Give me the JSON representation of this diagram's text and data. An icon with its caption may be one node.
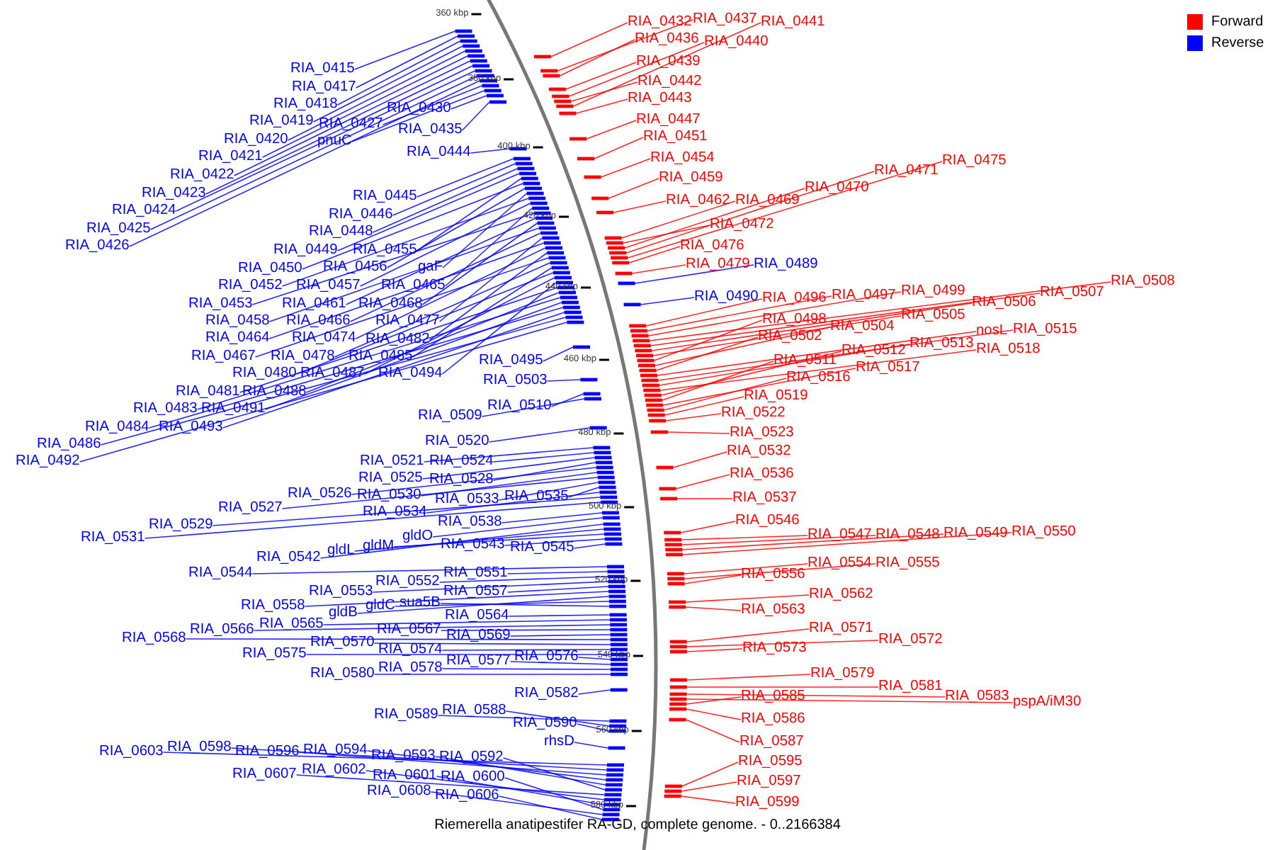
{
  "diagram": {
    "caption": "Riemerella anatipestifer RA-GD, complete genome. - 0..2166384",
    "nodes": [
      {
        "text": [
          "RIA_0415"
        ]
      },
      {
        "text": [
          "RIA_0417"
        ]
      },
      {
        "text": [
          "RIA_0418"
        ]
      },
      {
        "text": [
          "RIA_0419"
        ]
      },
      {
        "text": [
          "RIA_0420"
        ]
      },
      {
        "text": [
          "RIA_0421"
        ]
      },
      {
        "text": [
          "RIA_0422"
        ]
      },
      {
        "text": [
          "RIA_0423"
        ]
      },
      {
        "text": [
          "RIA_0424"
        ]
      },
      {
        "text": [
          "RIA_0425"
        ]
      },
      {
        "text": [
          "RIA_0426"
        ]
      },
      {
        "text": [
          "RIA_0427"
        ]
      },
      {
        "text": [
          "pnuC"
        ]
      },
      {
        "text": [
          "RIA_0430"
        ]
      },
      {
        "text": [
          "RIA_0435"
        ]
      },
      {
        "text": [
          "RIA_0444"
        ]
      },
      {
        "text": [
          "RIA_0445"
        ]
      },
      {
        "text": [
          "RIA_0446"
        ]
      },
      {
        "text": [
          "RIA_0448"
        ]
      },
      {
        "text": [
          "RIA_0449"
        ]
      },
      {
        "text": [
          "RIA_0455"
        ]
      },
      {
        "text": [
          "RIA_0450"
        ]
      },
      {
        "text": [
          "RIA_0456"
        ]
      },
      {
        "text": [
          "gaF"
        ]
      },
      {
        "text": [
          "RIA_0452"
        ]
      },
      {
        "text": [
          "RIA_0457"
        ]
      },
      {
        "text": [
          "RIA_0465"
        ]
      },
      {
        "text": [
          "RIA_0453"
        ]
      },
      {
        "text": [
          "RIA_0461"
        ]
      },
      {
        "text": [
          "RIA_0468"
        ]
      },
      {
        "text": [
          "RIA_0458"
        ]
      },
      {
        "text": [
          "RIA_0466"
        ]
      },
      {
        "text": [
          "RIA_0477"
        ]
      },
      {
        "text": [
          "RIA_0464"
        ]
      },
      {
        "text": [
          "RIA_0474"
        ]
      },
      {
        "text": [
          "RIA_0482"
        ]
      },
      {
        "text": [
          "RIA_0467"
        ]
      },
      {
        "text": [
          "RIA_0478"
        ]
      },
      {
        "text": [
          "RIA_0485"
        ]
      },
      {
        "text": [
          "RIA_0480"
        ]
      },
      {
        "text": [
          "RIA_0487"
        ]
      },
      {
        "text": [
          "RIA_0494"
        ]
      },
      {
        "text": [
          "RIA_0495"
        ]
      },
      {
        "text": [
          "RIA_0481"
        ]
      },
      {
        "text": [
          "RIA_0488"
        ]
      },
      {
        "text": [
          "RIA_0483"
        ]
      },
      {
        "text": [
          "RIA_0491"
        ]
      },
      {
        "text": [
          "RIA_0484"
        ]
      },
      {
        "text": [
          "RIA_0493"
        ]
      },
      {
        "text": [
          "RIA_0486"
        ]
      },
      {
        "text": [
          "RIA_0492"
        ]
      },
      {
        "text": [
          "RIA_0503"
        ]
      },
      {
        "text": [
          "RIA_0509"
        ]
      },
      {
        "text": [
          "RIA_0510"
        ]
      },
      {
        "text": [
          "RIA_0520"
        ]
      },
      {
        "text": [
          "RIA_0521"
        ]
      },
      {
        "text": [
          "RIA_0524"
        ]
      },
      {
        "text": [
          "RIA_0525"
        ]
      },
      {
        "text": [
          "RIA_0528"
        ]
      },
      {
        "text": [
          "RIA_0526"
        ]
      },
      {
        "text": [
          "RIA_0530"
        ]
      },
      {
        "text": [
          "RIA_0533"
        ]
      },
      {
        "text": [
          "RIA_0535"
        ]
      },
      {
        "text": [
          "RIA_0527"
        ]
      },
      {
        "text": [
          "RIA_0534"
        ]
      },
      {
        "text": [
          "RIA_0529"
        ]
      },
      {
        "text": [
          "RIA_0538"
        ]
      },
      {
        "text": [
          "RIA_0531"
        ]
      },
      {
        "text": [
          "RIA_0542"
        ]
      },
      {
        "text": [
          "gldL"
        ]
      },
      {
        "text": [
          "gldM"
        ]
      },
      {
        "text": [
          "gldO"
        ]
      },
      {
        "text": [
          "RIA_0543"
        ]
      },
      {
        "text": [
          "RIA_0545"
        ]
      },
      {
        "text": [
          "RIA_0544"
        ]
      },
      {
        "text": [
          "RIA_0551"
        ]
      },
      {
        "text": [
          "RIA_0552"
        ]
      },
      {
        "text": [
          "RIA_0553"
        ]
      },
      {
        "text": [
          "RIA_0557"
        ]
      },
      {
        "text": [
          "RIA_0558"
        ]
      },
      {
        "text": [
          "gldB"
        ]
      },
      {
        "text": [
          "gldC"
        ]
      },
      {
        "text": [
          "sua5B"
        ]
      },
      {
        "text": [
          "RIA_0564"
        ]
      },
      {
        "text": [
          "RIA_0565"
        ]
      },
      {
        "text": [
          "RIA_0566"
        ]
      },
      {
        "text": [
          "RIA_0567"
        ]
      },
      {
        "text": [
          "RIA_0569"
        ]
      },
      {
        "text": [
          "RIA_0568"
        ]
      },
      {
        "text": [
          "RIA_0570"
        ]
      },
      {
        "text": [
          "RIA_0574"
        ]
      },
      {
        "text": [
          "RIA_0575"
        ]
      },
      {
        "text": [
          "RIA_0576"
        ]
      },
      {
        "text": [
          "RIA_0577"
        ]
      },
      {
        "text": [
          "RIA_0578"
        ]
      },
      {
        "text": [
          "RIA_0580"
        ]
      },
      {
        "text": [
          "RIA_0582"
        ]
      },
      {
        "text": [
          "RIA_0588"
        ]
      },
      {
        "text": [
          "RIA_0589"
        ]
      },
      {
        "text": [
          "RIA_0590"
        ]
      },
      {
        "text": [
          "rhsD"
        ]
      },
      {
        "text": [
          "RIA_0603"
        ]
      },
      {
        "text": [
          "RIA_0598"
        ]
      },
      {
        "text": [
          "RIA_0596"
        ]
      },
      {
        "text": [
          "RIA_0594"
        ]
      },
      {
        "text": [
          "RIA_0593"
        ]
      },
      {
        "text": [
          "RIA_0592"
        ]
      },
      {
        "text": [
          "RIA_0607"
        ]
      },
      {
        "text": [
          "RIA_0602"
        ]
      },
      {
        "text": [
          "RIA_0601"
        ]
      },
      {
        "text": [
          "RIA_0600"
        ]
      },
      {
        "text": [
          "RIA_0608"
        ]
      },
      {
        "text": [
          "RIA_0606"
        ]
      },
      {
        "text": [
          "RIA_0432"
        ]
      },
      {
        "text": [
          "RIA_0437"
        ]
      },
      {
        "text": [
          "RIA_0441"
        ]
      },
      {
        "text": [
          "RIA_0436"
        ]
      },
      {
        "text": [
          "RIA_0440"
        ]
      },
      {
        "text": [
          "RIA_0439"
        ]
      },
      {
        "text": [
          "RIA_0442"
        ]
      },
      {
        "text": [
          "RIA_0443"
        ]
      },
      {
        "text": [
          "RIA_0447"
        ]
      },
      {
        "text": [
          "RIA_0451"
        ]
      },
      {
        "text": [
          "RIA_0454"
        ]
      },
      {
        "text": [
          "RIA_0459"
        ]
      },
      {
        "text": [
          "RIA_0462"
        ]
      },
      {
        "text": [
          "RIA_0469"
        ]
      },
      {
        "text": [
          "RIA_0470"
        ]
      },
      {
        "text": [
          "RIA_0471"
        ]
      },
      {
        "text": [
          "RIA_0475"
        ]
      },
      {
        "text": [
          "RIA_0472"
        ]
      },
      {
        "text": [
          "RIA_0476"
        ]
      },
      {
        "text": [
          "RIA_0479"
        ]
      },
      {
        "text": [
          "RIA_0489"
        ]
      },
      {
        "text": [
          "RIA_0490"
        ]
      },
      {
        "text": [
          "RIA_0496"
        ]
      },
      {
        "text": [
          "RIA_0497"
        ]
      },
      {
        "text": [
          "RIA_0499"
        ]
      },
      {
        "text": [
          "RIA_0508"
        ]
      },
      {
        "text": [
          "RIA_0507"
        ]
      },
      {
        "text": [
          "RIA_0506"
        ]
      },
      {
        "text": [
          "RIA_0505"
        ]
      },
      {
        "text": [
          "RIA_0498"
        ]
      },
      {
        "text": [
          "RIA_0504"
        ]
      },
      {
        "text": [
          "RIA_0502"
        ]
      },
      {
        "text": [
          "nosL"
        ]
      },
      {
        "text": [
          "RIA_0515"
        ]
      },
      {
        "text": [
          "RIA_0513"
        ]
      },
      {
        "text": [
          "RIA_0518"
        ]
      },
      {
        "text": [
          "RIA_0512"
        ]
      },
      {
        "text": [
          "RIA_0511"
        ]
      },
      {
        "text": [
          "RIA_0517"
        ]
      },
      {
        "text": [
          "RIA_0516"
        ]
      },
      {
        "text": [
          "RIA_0519"
        ]
      },
      {
        "text": [
          "RIA_0522"
        ]
      },
      {
        "text": [
          "RIA_0523"
        ]
      },
      {
        "text": [
          "RIA_0532"
        ]
      },
      {
        "text": [
          "RIA_0536"
        ]
      },
      {
        "text": [
          "RIA_0537"
        ]
      },
      {
        "text": [
          "RIA_0546"
        ]
      },
      {
        "text": [
          "RIA_0547"
        ]
      },
      {
        "text": [
          "RIA_0548"
        ]
      },
      {
        "text": [
          "RIA_0549"
        ]
      },
      {
        "text": [
          "RIA_0550"
        ]
      },
      {
        "text": [
          "RIA_0554"
        ]
      },
      {
        "text": [
          "RIA_0555"
        ]
      },
      {
        "text": [
          "RIA_0556"
        ]
      },
      {
        "text": [
          "RIA_0562"
        ]
      },
      {
        "text": [
          "RIA_0563"
        ]
      },
      {
        "text": [
          "RIA_0571"
        ]
      },
      {
        "text": [
          "RIA_0572"
        ]
      },
      {
        "text": [
          "RIA_0573"
        ]
      },
      {
        "text": [
          "RIA_0579"
        ]
      },
      {
        "text": [
          "RIA_0581"
        ]
      },
      {
        "text": [
          "RIA_0583"
        ]
      },
      {
        "text": [
          "pspA/iM30"
        ]
      },
      {
        "text": [
          "RIA_0585"
        ]
      },
      {
        "text": [
          "RIA_0586"
        ]
      },
      {
        "text": [
          "RIA_0587"
        ]
      },
      {
        "text": [
          "RIA_0595"
        ]
      },
      {
        "text": [
          "RIA_0597"
        ]
      },
      {
        "text": [
          "RIA_0599"
        ]
      },
      {
        "text": [],
        "shape": "bar"
      },
      {
        "text": [],
        "shape": "bar"
      },
      {
        "text": [],
        "shape": "bar"
      },
      {
        "text": [],
        "shape": "bar"
      },
      {
        "text": [],
        "shape": "bar"
      },
      {
        "text": [],
        "shape": "bar"
      },
      {
        "text": [],
        "shape": "bar"
      },
      {
        "text": [],
        "shape": "bar"
      },
      {
        "text": [],
        "shape": "bar"
      },
      {
        "text": [],
        "shape": "bar"
      },
      {
        "text": [],
        "shape": "bar"
      },
      {
        "text": [],
        "shape": "bar"
      },
      {
        "text": [],
        "shape": "bar"
      },
      {
        "text": [],
        "shape": "bar"
      },
      {
        "text": [],
        "shape": "bar"
      },
      {
        "text": [],
        "shape": "bar"
      },
      {
        "text": [],
        "shape": "bar"
      },
      {
        "text": [],
        "shape": "bar"
      },
      {
        "text": [],
        "shape": "bar"
      },
      {
        "text": [],
        "shape": "bar"
      },
      {
        "text": [],
        "shape": "bar"
      },
      {
        "text": [],
        "shape": "bar"
      },
      {
        "text": [],
        "shape": "bar"
      },
      {
        "text": [],
        "shape": "bar"
      },
      {
        "text": [],
        "shape": "bar"
      },
      {
        "text": [],
        "shape": "bar"
      },
      {
        "text": [],
        "shape": "bar"
      },
      {
        "text": [],
        "shape": "bar"
      },
      {
        "text": [],
        "shape": "bar"
      },
      {
        "text": [],
        "shape": "bar"
      },
      {
        "text": [],
        "shape": "bar"
      },
      {
        "text": [],
        "shape": "bar"
      },
      {
        "text": [],
        "shape": "bar"
      },
      {
        "text": [],
        "shape": "bar"
      },
      {
        "text": [],
        "shape": "bar"
      },
      {
        "text": [],
        "shape": "bar"
      },
      {
        "text": [],
        "shape": "bar"
      },
      {
        "text": [],
        "shape": "bar"
      },
      {
        "text": [],
        "shape": "bar"
      },
      {
        "text": [],
        "shape": "bar"
      },
      {
        "text": [],
        "shape": "bar"
      },
      {
        "text": [],
        "shape": "bar"
      },
      {
        "text": [],
        "shape": "bar"
      },
      {
        "text": [],
        "shape": "bar"
      },
      {
        "text": [],
        "shape": "bar"
      },
      {
        "text": [],
        "shape": "bar"
      },
      {
        "text": [],
        "shape": "bar"
      },
      {
        "text": [],
        "shape": "bar"
      },
      {
        "text": [],
        "shape": "bar"
      },
      {
        "text": [],
        "shape": "bar"
      },
      {
        "text": [],
        "shape": "bar"
      },
      {
        "text": [],
        "shape": "bar"
      },
      {
        "text": [],
        "shape": "bar"
      },
      {
        "text": [],
        "shape": "bar"
      },
      {
        "text": [],
        "shape": "bar"
      },
      {
        "text": [],
        "shape": "bar"
      },
      {
        "text": [],
        "shape": "bar"
      },
      {
        "text": [],
        "shape": "bar"
      },
      {
        "text": [],
        "shape": "bar"
      },
      {
        "text": [],
        "shape": "bar"
      },
      {
        "text": [],
        "shape": "bar"
      },
      {
        "text": [],
        "shape": "bar"
      },
      {
        "text": [],
        "shape": "bar"
      },
      {
        "text": [],
        "shape": "bar"
      },
      {
        "text": [],
        "shape": "bar"
      },
      {
        "text": [],
        "shape": "bar"
      },
      {
        "text": [],
        "shape": "bar"
      },
      {
        "text": [],
        "shape": "bar"
      },
      {
        "text": [],
        "shape": "bar"
      },
      {
        "text": [],
        "shape": "bar"
      },
      {
        "text": [],
        "shape": "bar"
      },
      {
        "text": [],
        "shape": "bar"
      },
      {
        "text": [],
        "shape": "bar"
      },
      {
        "text": [],
        "shape": "bar"
      },
      {
        "text": [],
        "shape": "bar"
      },
      {
        "text": [],
        "shape": "bar"
      },
      {
        "text": [],
        "shape": "bar"
      },
      {
        "text": [],
        "shape": "bar"
      },
      {
        "text": [],
        "shape": "bar"
      },
      {
        "text": [],
        "shape": "bar"
      },
      {
        "text": [],
        "shape": "bar"
      },
      {
        "text": [],
        "shape": "bar"
      },
      {
        "text": [],
        "shape": "bar"
      },
      {
        "text": [],
        "shape": "bar"
      },
      {
        "text": [],
        "shape": "bar"
      },
      {
        "text": [],
        "shape": "bar"
      },
      {
        "text": [],
        "shape": "bar"
      },
      {
        "text": [],
        "shape": "bar"
      },
      {
        "text": [],
        "shape": "bar"
      },
      {
        "text": [],
        "shape": "bar"
      },
      {
        "text": [],
        "shape": "bar"
      },
      {
        "text": [],
        "shape": "bar"
      },
      {
        "text": [],
        "shape": "bar"
      },
      {
        "text": [],
        "shape": "bar"
      },
      {
        "text": [],
        "shape": "bar"
      },
      {
        "text": [],
        "shape": "bar"
      },
      {
        "text": [],
        "shape": "bar"
      },
      {
        "text": [],
        "shape": "bar"
      },
      {
        "text": [],
        "shape": "bar"
      },
      {
        "text": [],
        "shape": "bar"
      },
      {
        "text": [],
        "shape": "bar"
      },
      {
        "text": [],
        "shape": "bar"
      },
      {
        "text": [],
        "shape": "bar"
      },
      {
        "text": [],
        "shape": "bar"
      },
      {
        "text": [],
        "shape": "bar"
      },
      {
        "text": [],
        "shape": "bar"
      },
      {
        "text": [],
        "shape": "bar"
      },
      {
        "text": [],
        "shape": "bar"
      },
      {
        "text": [],
        "shape": "bar"
      },
      {
        "text": [],
        "shape": "bar"
      },
      {
        "text": [],
        "shape": "bar"
      },
      {
        "text": [],
        "shape": "bar"
      },
      {
        "text": [],
        "shape": "bar"
      },
      {
        "text": [],
        "shape": "bar"
      },
      {
        "text": [],
        "shape": "bar"
      },
      {
        "text": [],
        "shape": "bar"
      },
      {
        "text": [],
        "shape": "bar"
      },
      {
        "text": [],
        "shape": "bar"
      },
      {
        "text": [],
        "shape": "bar"
      },
      {
        "text": [],
        "shape": "bar"
      },
      {
        "text": [],
        "shape": "bar"
      },
      {
        "text": [],
        "shape": "bar"
      },
      {
        "text": [],
        "shape": "bar"
      },
      {
        "text": [],
        "shape": "bar"
      },
      {
        "text": [],
        "shape": "bar"
      },
      {
        "text": [],
        "shape": "bar"
      },
      {
        "text": [],
        "shape": "bar"
      },
      {
        "text": [],
        "shape": "bar"
      },
      {
        "text": [],
        "shape": "bar"
      },
      {
        "text": [],
        "shape": "bar"
      },
      {
        "text": [],
        "shape": "bar"
      },
      {
        "text": [],
        "shape": "bar"
      },
      {
        "text": [],
        "shape": "bar"
      },
      {
        "text": [],
        "shape": "bar"
      },
      {
        "text": [],
        "shape": "bar"
      },
      {
        "text": [],
        "shape": "bar"
      },
      {
        "text": [],
        "shape": "bar"
      },
      {
        "text": [],
        "shape": "bar"
      },
      {
        "text": [],
        "shape": "bar"
      },
      {
        "text": [],
        "shape": "bar"
      },
      {
        "text": [],
        "shape": "bar"
      },
      {
        "text": [],
        "shape": "bar"
      },
      {
        "text": [],
        "shape": "bar"
      },
      {
        "text": [],
        "shape": "bar"
      },
      {
        "text": [],
        "shape": "bar"
      },
      {
        "text": [],
        "shape": "bar"
      },
      {
        "text": [],
        "shape": "bar"
      },
      {
        "text": [],
        "shape": "bar"
      },
      {
        "text": [],
        "shape": "bar"
      },
      {
        "text": [],
        "shape": "bar"
      },
      {
        "text": [],
        "shape": "bar"
      },
      {
        "text": [],
        "shape": "bar"
      },
      {
        "text": [],
        "shape": "bar"
      },
      {
        "text": [],
        "shape": "bar"
      },
      {
        "text": [],
        "shape": "bar"
      },
      {
        "text": [],
        "shape": "bar"
      },
      {
        "text": [],
        "shape": "bar"
      },
      {
        "text": [],
        "shape": "bar"
      },
      {
        "text": [],
        "shape": "bar"
      },
      {
        "text": [],
        "shape": "bar"
      },
      {
        "text": [],
        "shape": "bar"
      },
      {
        "text": [],
        "shape": "bar"
      },
      {
        "text": [],
        "shape": "bar"
      },
      {
        "text": [],
        "shape": "bar"
      },
      {
        "text": [],
        "shape": "bar"
      },
      {
        "text": [],
        "shape": "bar"
      },
      {
        "text": [],
        "shape": "bar"
      },
      {
        "text": [],
        "shape": "bar"
      },
      {
        "text": [],
        "shape": "bar"
      },
      {
        "text": [],
        "shape": "bar"
      },
      {
        "text": [],
        "shape": "bar"
      },
      {
        "text": [],
        "shape": "bar"
      },
      {
        "text": [],
        "shape": "bar"
      },
      {
        "text": [],
        "shape": "bar"
      },
      {
        "text": [],
        "shape": "bar"
      },
      {
        "text": [],
        "shape": "bar"
      },
      {
        "text": [],
        "shape": "bar"
      },
      {
        "text": [],
        "shape": "bar"
      },
      {
        "text": [],
        "shape": "bar"
      },
      {
        "text": [],
        "shape": "bar"
      },
      {
        "text": [],
        "shape": "bar"
      },
      {
        "text": [],
        "shape": "bar"
      }
    ],
    "edges": [
      {
        "from": 0,
        "to": 182,
        "arrow": "none"
      },
      {
        "from": 1,
        "to": 183,
        "arrow": "none"
      },
      {
        "from": 2,
        "to": 184,
        "arrow": "none"
      },
      {
        "from": 3,
        "to": 185,
        "arrow": "none"
      },
      {
        "from": 4,
        "to": 186,
        "arrow": "none"
      },
      {
        "from": 5,
        "to": 187,
        "arrow": "none"
      },
      {
        "from": 6,
        "to": 188,
        "arrow": "none"
      },
      {
        "from": 7,
        "to": 189,
        "arrow": "none"
      },
      {
        "from": 8,
        "to": 190,
        "arrow": "none"
      },
      {
        "from": 9,
        "to": 191,
        "arrow": "none"
      },
      {
        "from": 10,
        "to": 192,
        "arrow": "none"
      },
      {
        "from": 11,
        "to": 193,
        "arrow": "none"
      },
      {
        "from": 12,
        "to": 194,
        "arrow": "none"
      },
      {
        "from": 13,
        "to": 195,
        "arrow": "none"
      },
      {
        "from": 14,
        "to": 196,
        "arrow": "none"
      },
      {
        "from": 15,
        "to": 197,
        "arrow": "none"
      },
      {
        "from": 16,
        "to": 198,
        "arrow": "none"
      },
      {
        "from": 17,
        "to": 199,
        "arrow": "none"
      },
      {
        "from": 18,
        "to": 200,
        "arrow": "none"
      },
      {
        "from": 19,
        "to": 201,
        "arrow": "none"
      },
      {
        "from": 20,
        "to": 202,
        "arrow": "none"
      },
      {
        "from": 21,
        "to": 203,
        "arrow": "none"
      },
      {
        "from": 22,
        "to": 204,
        "arrow": "none"
      },
      {
        "from": 23,
        "to": 205,
        "arrow": "none"
      },
      {
        "from": 24,
        "to": 206,
        "arrow": "none"
      },
      {
        "from": 25,
        "to": 207,
        "arrow": "none"
      },
      {
        "from": 26,
        "to": 208,
        "arrow": "none"
      },
      {
        "from": 27,
        "to": 209,
        "arrow": "none"
      },
      {
        "from": 28,
        "to": 210,
        "arrow": "none"
      },
      {
        "from": 29,
        "to": 211,
        "arrow": "none"
      },
      {
        "from": 30,
        "to": 212,
        "arrow": "none"
      },
      {
        "from": 31,
        "to": 213,
        "arrow": "none"
      },
      {
        "from": 32,
        "to": 214,
        "arrow": "none"
      },
      {
        "from": 33,
        "to": 215,
        "arrow": "none"
      },
      {
        "from": 34,
        "to": 216,
        "arrow": "none"
      },
      {
        "from": 35,
        "to": 217,
        "arrow": "none"
      },
      {
        "from": 36,
        "to": 218,
        "arrow": "none"
      },
      {
        "from": 37,
        "to": 219,
        "arrow": "none"
      },
      {
        "from": 38,
        "to": 220,
        "arrow": "none"
      },
      {
        "from": 39,
        "to": 221,
        "arrow": "none"
      },
      {
        "from": 40,
        "to": 222,
        "arrow": "none"
      },
      {
        "from": 41,
        "to": 223,
        "arrow": "none"
      },
      {
        "from": 42,
        "to": 224,
        "arrow": "none"
      },
      {
        "from": 43,
        "to": 225,
        "arrow": "none"
      },
      {
        "from": 44,
        "to": 226,
        "arrow": "none"
      },
      {
        "from": 45,
        "to": 227,
        "arrow": "none"
      },
      {
        "from": 46,
        "to": 228,
        "arrow": "none"
      },
      {
        "from": 47,
        "to": 229,
        "arrow": "none"
      },
      {
        "from": 48,
        "to": 230,
        "arrow": "none"
      },
      {
        "from": 49,
        "to": 231,
        "arrow": "none"
      },
      {
        "from": 50,
        "to": 232,
        "arrow": "none"
      },
      {
        "from": 51,
        "to": 233,
        "arrow": "none"
      },
      {
        "from": 52,
        "to": 234,
        "arrow": "none"
      },
      {
        "from": 53,
        "to": 235,
        "arrow": "none"
      },
      {
        "from": 54,
        "to": 236,
        "arrow": "none"
      },
      {
        "from": 55,
        "to": 237,
        "arrow": "none"
      },
      {
        "from": 56,
        "to": 238,
        "arrow": "none"
      },
      {
        "from": 57,
        "to": 239,
        "arrow": "none"
      },
      {
        "from": 58,
        "to": 240,
        "arrow": "none"
      },
      {
        "from": 59,
        "to": 241,
        "arrow": "none"
      },
      {
        "from": 60,
        "to": 242,
        "arrow": "none"
      },
      {
        "from": 61,
        "to": 243,
        "arrow": "none"
      },
      {
        "from": 62,
        "to": 244,
        "arrow": "none"
      },
      {
        "from": 63,
        "to": 245,
        "arrow": "none"
      },
      {
        "from": 64,
        "to": 246,
        "arrow": "none"
      },
      {
        "from": 65,
        "to": 247,
        "arrow": "none"
      },
      {
        "from": 66,
        "to": 248,
        "arrow": "none"
      },
      {
        "from": 67,
        "to": 249,
        "arrow": "none"
      },
      {
        "from": 68,
        "to": 250,
        "arrow": "none"
      },
      {
        "from": 69,
        "to": 251,
        "arrow": "none"
      },
      {
        "from": 70,
        "to": 252,
        "arrow": "none"
      },
      {
        "from": 71,
        "to": 253,
        "arrow": "none"
      },
      {
        "from": 72,
        "to": 254,
        "arrow": "none"
      },
      {
        "from": 73,
        "to": 255,
        "arrow": "none"
      },
      {
        "from": 74,
        "to": 256,
        "arrow": "none"
      },
      {
        "from": 75,
        "to": 257,
        "arrow": "none"
      },
      {
        "from": 76,
        "to": 258,
        "arrow": "none"
      },
      {
        "from": 77,
        "to": 259,
        "arrow": "none"
      },
      {
        "from": 78,
        "to": 260,
        "arrow": "none"
      },
      {
        "from": 79,
        "to": 261,
        "arrow": "none"
      },
      {
        "from": 80,
        "to": 262,
        "arrow": "none"
      },
      {
        "from": 81,
        "to": 263,
        "arrow": "none"
      },
      {
        "from": 82,
        "to": 264,
        "arrow": "none"
      },
      {
        "from": 83,
        "to": 265,
        "arrow": "none"
      },
      {
        "from": 84,
        "to": 266,
        "arrow": "none"
      },
      {
        "from": 85,
        "to": 267,
        "arrow": "none"
      },
      {
        "from": 86,
        "to": 268,
        "arrow": "none"
      },
      {
        "from": 87,
        "to": 269,
        "arrow": "none"
      },
      {
        "from": 88,
        "to": 270,
        "arrow": "none"
      },
      {
        "from": 89,
        "to": 271,
        "arrow": "none"
      },
      {
        "from": 90,
        "to": 272,
        "arrow": "none"
      },
      {
        "from": 91,
        "to": 273,
        "arrow": "none"
      },
      {
        "from": 92,
        "to": 274,
        "arrow": "none"
      },
      {
        "from": 93,
        "to": 275,
        "arrow": "none"
      },
      {
        "from": 94,
        "to": 276,
        "arrow": "none"
      },
      {
        "from": 95,
        "to": 277,
        "arrow": "none"
      },
      {
        "from": 96,
        "to": 278,
        "arrow": "none"
      },
      {
        "from": 97,
        "to": 279,
        "arrow": "none"
      },
      {
        "from": 98,
        "to": 280,
        "arrow": "none"
      },
      {
        "from": 99,
        "to": 281,
        "arrow": "none"
      },
      {
        "from": 100,
        "to": 282,
        "arrow": "none"
      },
      {
        "from": 101,
        "to": 283,
        "arrow": "none"
      },
      {
        "from": 102,
        "to": 284,
        "arrow": "none"
      },
      {
        "from": 103,
        "to": 285,
        "arrow": "none"
      },
      {
        "from": 104,
        "to": 286,
        "arrow": "none"
      },
      {
        "from": 105,
        "to": 287,
        "arrow": "none"
      },
      {
        "from": 106,
        "to": 288,
        "arrow": "none"
      },
      {
        "from": 107,
        "to": 289,
        "arrow": "none"
      },
      {
        "from": 108,
        "to": 290,
        "arrow": "none"
      },
      {
        "from": 109,
        "to": 291,
        "arrow": "none"
      },
      {
        "from": 110,
        "to": 292,
        "arrow": "none"
      },
      {
        "from": 111,
        "to": 293,
        "arrow": "none"
      },
      {
        "from": 112,
        "to": 294,
        "arrow": "none"
      },
      {
        "from": 113,
        "to": 295,
        "arrow": "none",
        "color": "#ff0000"
      },
      {
        "from": 114,
        "to": 296,
        "arrow": "none",
        "color": "#ff0000"
      },
      {
        "from": 115,
        "to": 297,
        "arrow": "none",
        "color": "#ff0000"
      },
      {
        "from": 116,
        "to": 298,
        "arrow": "none",
        "color": "#ff0000"
      },
      {
        "from": 117,
        "to": 299,
        "arrow": "none",
        "color": "#ff0000"
      },
      {
        "from": 118,
        "to": 300,
        "arrow": "none",
        "color": "#ff0000"
      },
      {
        "from": 119,
        "to": 301,
        "arrow": "none",
        "color": "#ff0000"
      },
      {
        "from": 120,
        "to": 302,
        "arrow": "none",
        "color": "#ff0000"
      },
      {
        "from": 121,
        "to": 303,
        "arrow": "none",
        "color": "#ff0000"
      },
      {
        "from": 122,
        "to": 304,
        "arrow": "none",
        "color": "#ff0000"
      },
      {
        "from": 123,
        "to": 305,
        "arrow": "none",
        "color": "#ff0000"
      },
      {
        "from": 124,
        "to": 306,
        "arrow": "none",
        "color": "#ff0000"
      },
      {
        "from": 125,
        "to": 307,
        "arrow": "none",
        "color": "#ff0000"
      },
      {
        "from": 126,
        "to": 308,
        "arrow": "none",
        "color": "#ff0000"
      },
      {
        "from": 127,
        "to": 309,
        "arrow": "none",
        "color": "#ff0000"
      },
      {
        "from": 128,
        "to": 310,
        "arrow": "none",
        "color": "#ff0000"
      },
      {
        "from": 129,
        "to": 311,
        "arrow": "none",
        "color": "#ff0000"
      },
      {
        "from": 130,
        "to": 312,
        "arrow": "none",
        "color": "#ff0000"
      },
      {
        "from": 131,
        "to": 313,
        "arrow": "none",
        "color": "#ff0000"
      },
      {
        "from": 132,
        "to": 314,
        "arrow": "none",
        "color": "#ff0000"
      },
      {
        "from": 133,
        "to": 315,
        "arrow": "none"
      },
      {
        "from": 134,
        "to": 316,
        "arrow": "none"
      },
      {
        "from": 135,
        "to": 317,
        "arrow": "none",
        "color": "#ff0000"
      },
      {
        "from": 136,
        "to": 318,
        "arrow": "none",
        "color": "#ff0000"
      },
      {
        "from": 137,
        "to": 319,
        "arrow": "none",
        "color": "#ff0000"
      },
      {
        "from": 138,
        "to": 320,
        "arrow": "none",
        "color": "#ff0000"
      },
      {
        "from": 139,
        "to": 321,
        "arrow": "none",
        "color": "#ff0000"
      },
      {
        "from": 140,
        "to": 322,
        "arrow": "none",
        "color": "#ff0000"
      },
      {
        "from": 141,
        "to": 323,
        "arrow": "none",
        "color": "#ff0000"
      },
      {
        "from": 142,
        "to": 324,
        "arrow": "none",
        "color": "#ff0000"
      },
      {
        "from": 143,
        "to": 325,
        "arrow": "none",
        "color": "#ff0000"
      },
      {
        "from": 144,
        "to": 326,
        "arrow": "none",
        "color": "#ff0000"
      },
      {
        "from": 145,
        "to": 327,
        "arrow": "none",
        "color": "#ff0000"
      },
      {
        "from": 146,
        "to": 328,
        "arrow": "none",
        "color": "#ff0000"
      },
      {
        "from": 147,
        "to": 329,
        "arrow": "none",
        "color": "#ff0000"
      },
      {
        "from": 148,
        "to": 330,
        "arrow": "none",
        "color": "#ff0000"
      },
      {
        "from": 149,
        "to": 331,
        "arrow": "none",
        "color": "#ff0000"
      },
      {
        "from": 150,
        "to": 332,
        "arrow": "none",
        "color": "#ff0000"
      },
      {
        "from": 151,
        "to": 333,
        "arrow": "none",
        "color": "#ff0000"
      },
      {
        "from": 152,
        "to": 334,
        "arrow": "none",
        "color": "#ff0000"
      },
      {
        "from": 153,
        "to": 335,
        "arrow": "none",
        "color": "#ff0000"
      },
      {
        "from": 154,
        "to": 336,
        "arrow": "none",
        "color": "#ff0000"
      },
      {
        "from": 155,
        "to": 337,
        "arrow": "none",
        "color": "#ff0000"
      },
      {
        "from": 156,
        "to": 338,
        "arrow": "none",
        "color": "#ff0000"
      },
      {
        "from": 157,
        "to": 339,
        "arrow": "none",
        "color": "#ff0000"
      },
      {
        "from": 158,
        "to": 340,
        "arrow": "none",
        "color": "#ff0000"
      },
      {
        "from": 159,
        "to": 341,
        "arrow": "none",
        "color": "#ff0000"
      },
      {
        "from": 160,
        "to": 342,
        "arrow": "none",
        "color": "#ff0000"
      },
      {
        "from": 161,
        "to": 343,
        "arrow": "none",
        "color": "#ff0000"
      },
      {
        "from": 162,
        "to": 344,
        "arrow": "none",
        "color": "#ff0000"
      },
      {
        "from": 163,
        "to": 345,
        "arrow": "none",
        "color": "#ff0000"
      },
      {
        "from": 164,
        "to": 346,
        "arrow": "none",
        "color": "#ff0000"
      },
      {
        "from": 165,
        "to": 347,
        "arrow": "none",
        "color": "#ff0000"
      },
      {
        "from": 166,
        "to": 348,
        "arrow": "none",
        "color": "#ff0000"
      },
      {
        "from": 167,
        "to": 349,
        "arrow": "none",
        "color": "#ff0000"
      },
      {
        "from": 168,
        "to": 350,
        "arrow": "none",
        "color": "#ff0000"
      },
      {
        "from": 169,
        "to": 351,
        "arrow": "none",
        "color": "#ff0000"
      },
      {
        "from": 170,
        "to": 352,
        "arrow": "none",
        "color": "#ff0000"
      },
      {
        "from": 171,
        "to": 353,
        "arrow": "none",
        "color": "#ff0000"
      },
      {
        "from": 172,
        "to": 354,
        "arrow": "none",
        "color": "#ff0000"
      },
      {
        "from": 173,
        "to": 355,
        "arrow": "none",
        "color": "#ff0000"
      },
      {
        "from": 174,
        "to": 356,
        "arrow": "none",
        "color": "#ff0000"
      },
      {
        "from": 175,
        "to": 357,
        "arrow": "none",
        "color": "#ff0000"
      },
      {
        "from": 176,
        "to": 358,
        "arrow": "none",
        "color": "#ff0000"
      },
      {
        "from": 177,
        "to": 359,
        "arrow": "none",
        "color": "#ff0000"
      },
      {
        "from": 178,
        "to": 360,
        "arrow": "none",
        "color": "#ff0000"
      },
      {
        "from": 179,
        "to": 361,
        "arrow": "none",
        "color": "#ff0000"
      },
      {
        "from": 180,
        "to": 362,
        "arrow": "none",
        "color": "#ff0000"
      },
      {
        "from": 181,
        "to": 363,
        "arrow": "none",
        "color": "#ff0000"
      }
    ],
    "labels": [
      "360 kbp",
      "380 kbp",
      "400 kbp",
      "420 kbp",
      "440 kbp",
      "460 kbp",
      "480 kbp",
      "500 kbp",
      "520 kbp",
      "540 kbp",
      "560 kbp",
      "580 kbp"
    ],
    "legend": [
      {
        "text": "Forward",
        "color": "#ff0000"
      },
      {
        "text": "Reverse",
        "color": "#0000ff"
      }
    ]
  }
}
